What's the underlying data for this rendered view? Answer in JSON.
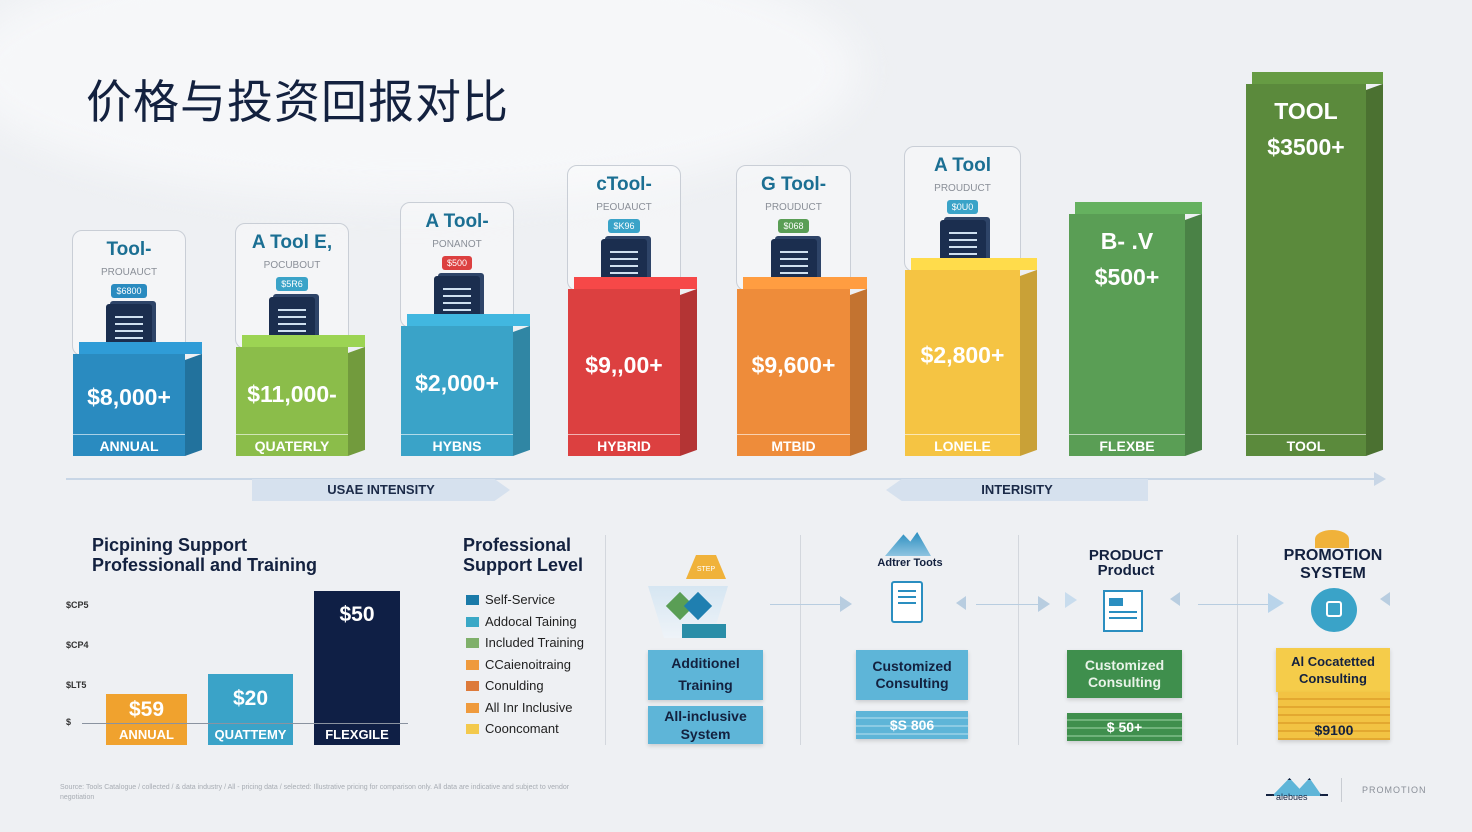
{
  "title": "价格与投资回报对比",
  "chart_data": [
    {
      "type": "bar",
      "title": "价格与投资回报对比",
      "categories": [
        "ANNUAL",
        "QUATERLY",
        "HYBNS",
        "HYBRID",
        "MTBID",
        "LONELE",
        "FLEXBE",
        "TOOL"
      ],
      "value_labels": [
        "$8,000+",
        "$11,000-",
        "$2,000+",
        "$9,,00+",
        "$9,600+",
        "$2,800+",
        "$500+",
        "$3500+"
      ],
      "relative_level": [
        33,
        35,
        42,
        54,
        54,
        60,
        78,
        120
      ],
      "colors": [
        "#2a8bc0",
        "#8bbd4a",
        "#3aa3c8",
        "#dc4040",
        "#ee8c3a",
        "#f5c443",
        "#5a9e55",
        "#5b8a3c"
      ],
      "bar_titles": [
        "",
        "",
        "",
        "",
        "",
        "",
        "B- .V",
        "TOOL"
      ],
      "cards": [
        {
          "title": "Tool-",
          "sub": "PROUAUCT",
          "badge": "$6800",
          "badge_color": "#2a8bc0"
        },
        {
          "title": "A Tool E,",
          "sub": "POCUBOUT",
          "badge": "$5R6",
          "badge_color": "#3aa3c8"
        },
        {
          "title": "A Tool-",
          "sub": "PONANOT",
          "badge": "$500",
          "badge_color": "#dc4040"
        },
        {
          "title": "cTool-",
          "sub": "PEOUAUCT",
          "badge": "$K96",
          "badge_color": "#3aa3c8"
        },
        {
          "title": "G Tool-",
          "sub": "PROUDUCT",
          "badge": "$068",
          "badge_color": "#5a9e55"
        },
        {
          "title": "A Tool",
          "sub": "PROUDUCT",
          "badge": "$0U0",
          "badge_color": "#3aa3c8"
        }
      ],
      "axis_bands": [
        "USAE INTENSITY",
        "INTERISITY"
      ]
    },
    {
      "type": "bar",
      "title": "Picpining Support Professionall and Training",
      "categories": [
        "ANNUAL",
        "QUATTEMY",
        "FLEXGILE"
      ],
      "value_labels": [
        "$59",
        "$20",
        "$50"
      ],
      "values": [
        59,
        20,
        50
      ],
      "relative_level": [
        44,
        61,
        132
      ],
      "colors": [
        "#f0a22e",
        "#3aa3c8",
        "#0f1f45"
      ],
      "yticks": [
        "$CP5",
        "$CP4",
        "$LT5",
        "$"
      ]
    }
  ],
  "legend": {
    "title": "Professional Support Level",
    "items": [
      {
        "label": "Self-Service",
        "color": "#1a7aa8"
      },
      {
        "label": "Addocal Taining",
        "color": "#3aa8c6"
      },
      {
        "label": "Included Training",
        "color": "#7fb06a"
      },
      {
        "label": "CCaienoitraing",
        "color": "#ef9a3c"
      },
      {
        "label": "Conulding",
        "color": "#dd7a3a"
      },
      {
        "label": "All Inr Inclusive",
        "color": "#ef9a3c"
      },
      {
        "label": "Cooncomant",
        "color": "#f3c94c"
      }
    ]
  },
  "flow": {
    "col1": {
      "badge": "STEP",
      "box1": "Additionel Training",
      "box2": "All-inclusive System"
    },
    "col2": {
      "title": "Adtrer Toots",
      "box1": "Customized Consulting",
      "box2": "$S 806"
    },
    "col3": {
      "title": "PRODUCT Product",
      "box1": "Customized Consulting",
      "box2": "$ 50+"
    },
    "col4": {
      "title": "PROMOTION SYSTEM",
      "box1": "Al Cocatetted Consulting",
      "box2": "$9100"
    }
  },
  "footer": {
    "source": "Source: Tools Catalogue / collected / & data industry / All - pricing data / selected: Illustrative pricing for comparison only. All data are indicative and subject to vendor",
    "source2": "negotiation",
    "logo": "alebues",
    "brand": "PROMOTION"
  }
}
